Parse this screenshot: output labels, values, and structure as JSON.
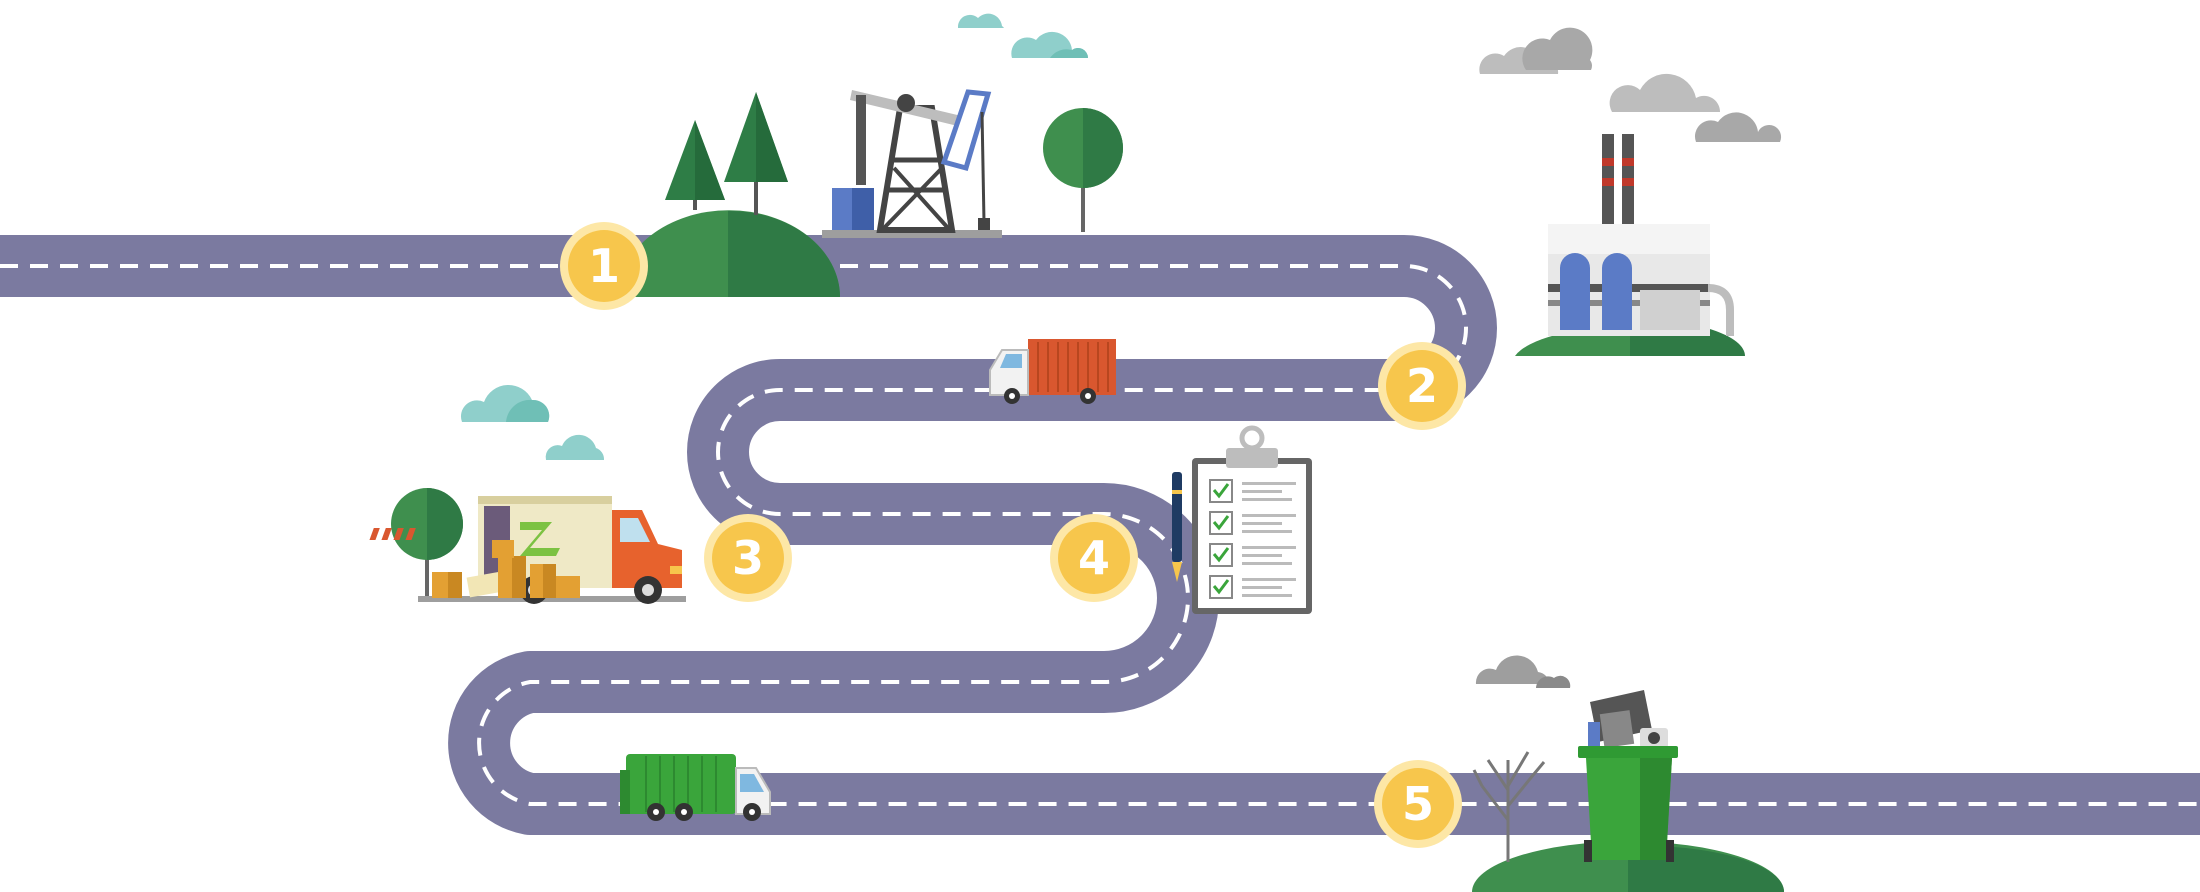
{
  "colors": {
    "road": "#7b7aa0",
    "road_dash": "#ffffff",
    "marker_fill": "#f7c64c",
    "marker_ring": "#fde7a6",
    "marker_text": "#ffffff",
    "hill_light": "#3f8f4e",
    "hill_dark": "#2f7a45",
    "cloud_teal": "#8fcfcb",
    "cloud_grey": "#bdbdbd",
    "truck_orange": "#d9572f",
    "garbage_green": "#3aa53b"
  },
  "steps": [
    {
      "label": "1",
      "stage": "extraction"
    },
    {
      "label": "2",
      "stage": "transport"
    },
    {
      "label": "3",
      "stage": "distribution"
    },
    {
      "label": "4",
      "stage": "use"
    },
    {
      "label": "5",
      "stage": "disposal"
    }
  ],
  "icons": [
    "tree-icon",
    "pine-tree-icon",
    "oil-pump-icon",
    "cloud-icon",
    "factory-icon",
    "container-truck-icon",
    "delivery-truck-icon",
    "clipboard-checklist-icon",
    "pen-icon",
    "garbage-truck-icon",
    "bare-tree-icon",
    "trash-bin-icon"
  ]
}
